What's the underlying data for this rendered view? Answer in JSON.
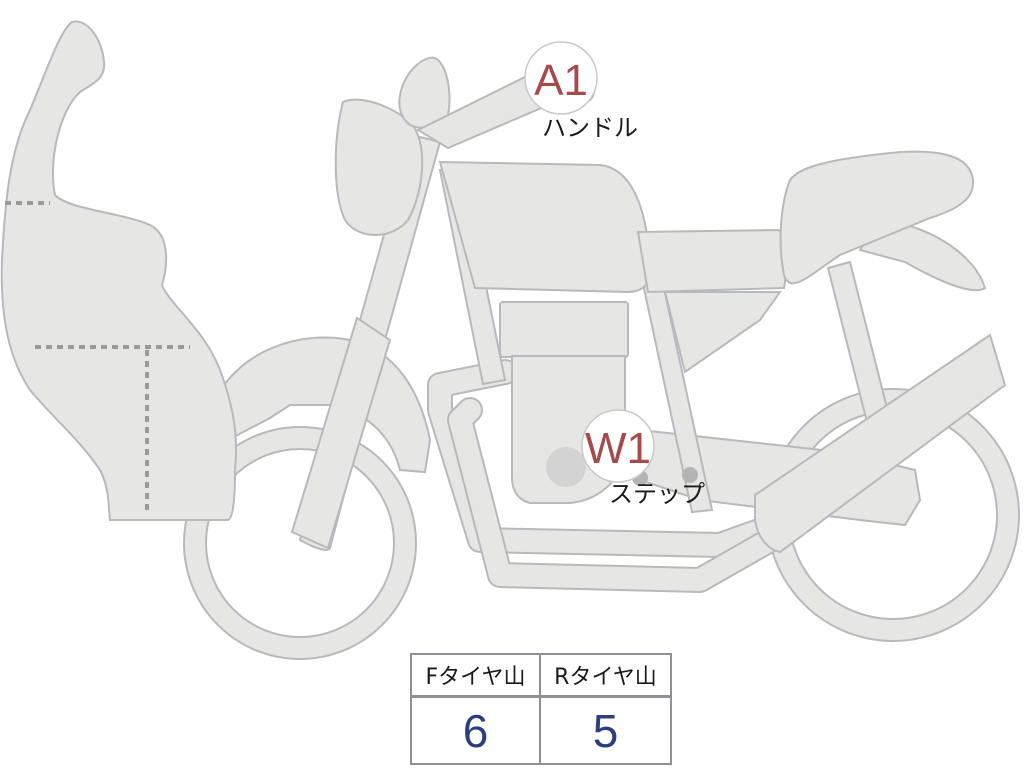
{
  "markers": [
    {
      "code": "A1",
      "name": "ハンドル"
    },
    {
      "code": "W1",
      "name": "ステップ"
    }
  ],
  "tread_table": {
    "headers": [
      "Fタイヤ山",
      "Rタイヤ山"
    ],
    "values": [
      "6",
      "5"
    ]
  },
  "colors": {
    "body": "#e6e6e4",
    "outline": "#b7b9bd",
    "marker_code": "#a84a4a",
    "table_value": "#2a3f80"
  }
}
